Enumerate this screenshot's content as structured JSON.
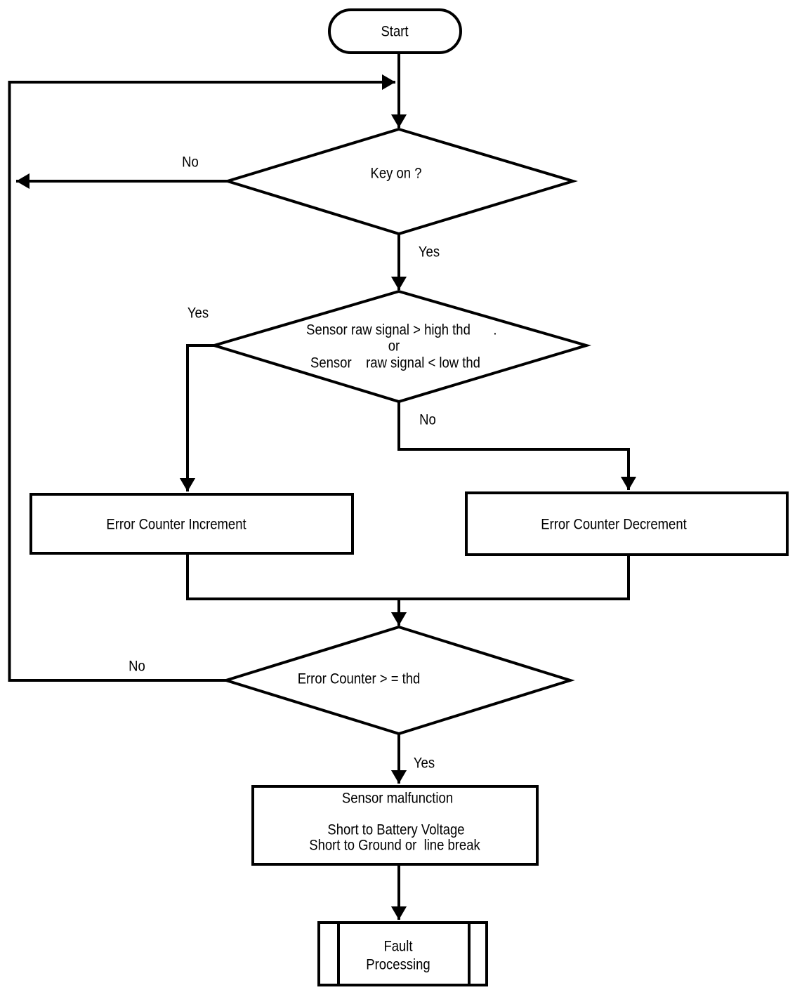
{
  "flowchart": {
    "background": "#ffffff",
    "line_color": "#000000",
    "nodes": {
      "start": {
        "label": "Start"
      },
      "key_on": {
        "label": "Key on ?"
      },
      "signal_check": {
        "line1": "Sensor raw signal > high thd",
        "line2": "or",
        "line3": "Sensor    raw signal < low thd",
        "stray_mark": "."
      },
      "error_counter_increment": {
        "label": "Error Counter Increment"
      },
      "error_counter_decrement": {
        "label": "Error Counter Decrement"
      },
      "error_counter_check": {
        "label": "Error Counter > = thd"
      },
      "sensor_malfunction": {
        "line1": "Sensor malfunction",
        "line2": "Short to Battery Voltage",
        "line3": "Short to Ground or  line break"
      },
      "fault_processing": {
        "line1": "Fault",
        "line2": "Processing"
      }
    },
    "edge_labels": {
      "key_on_no": "No",
      "key_on_yes": "Yes",
      "signal_check_yes": "Yes",
      "signal_check_no": "No",
      "error_counter_check_no": "No",
      "error_counter_check_yes": "Yes"
    }
  }
}
